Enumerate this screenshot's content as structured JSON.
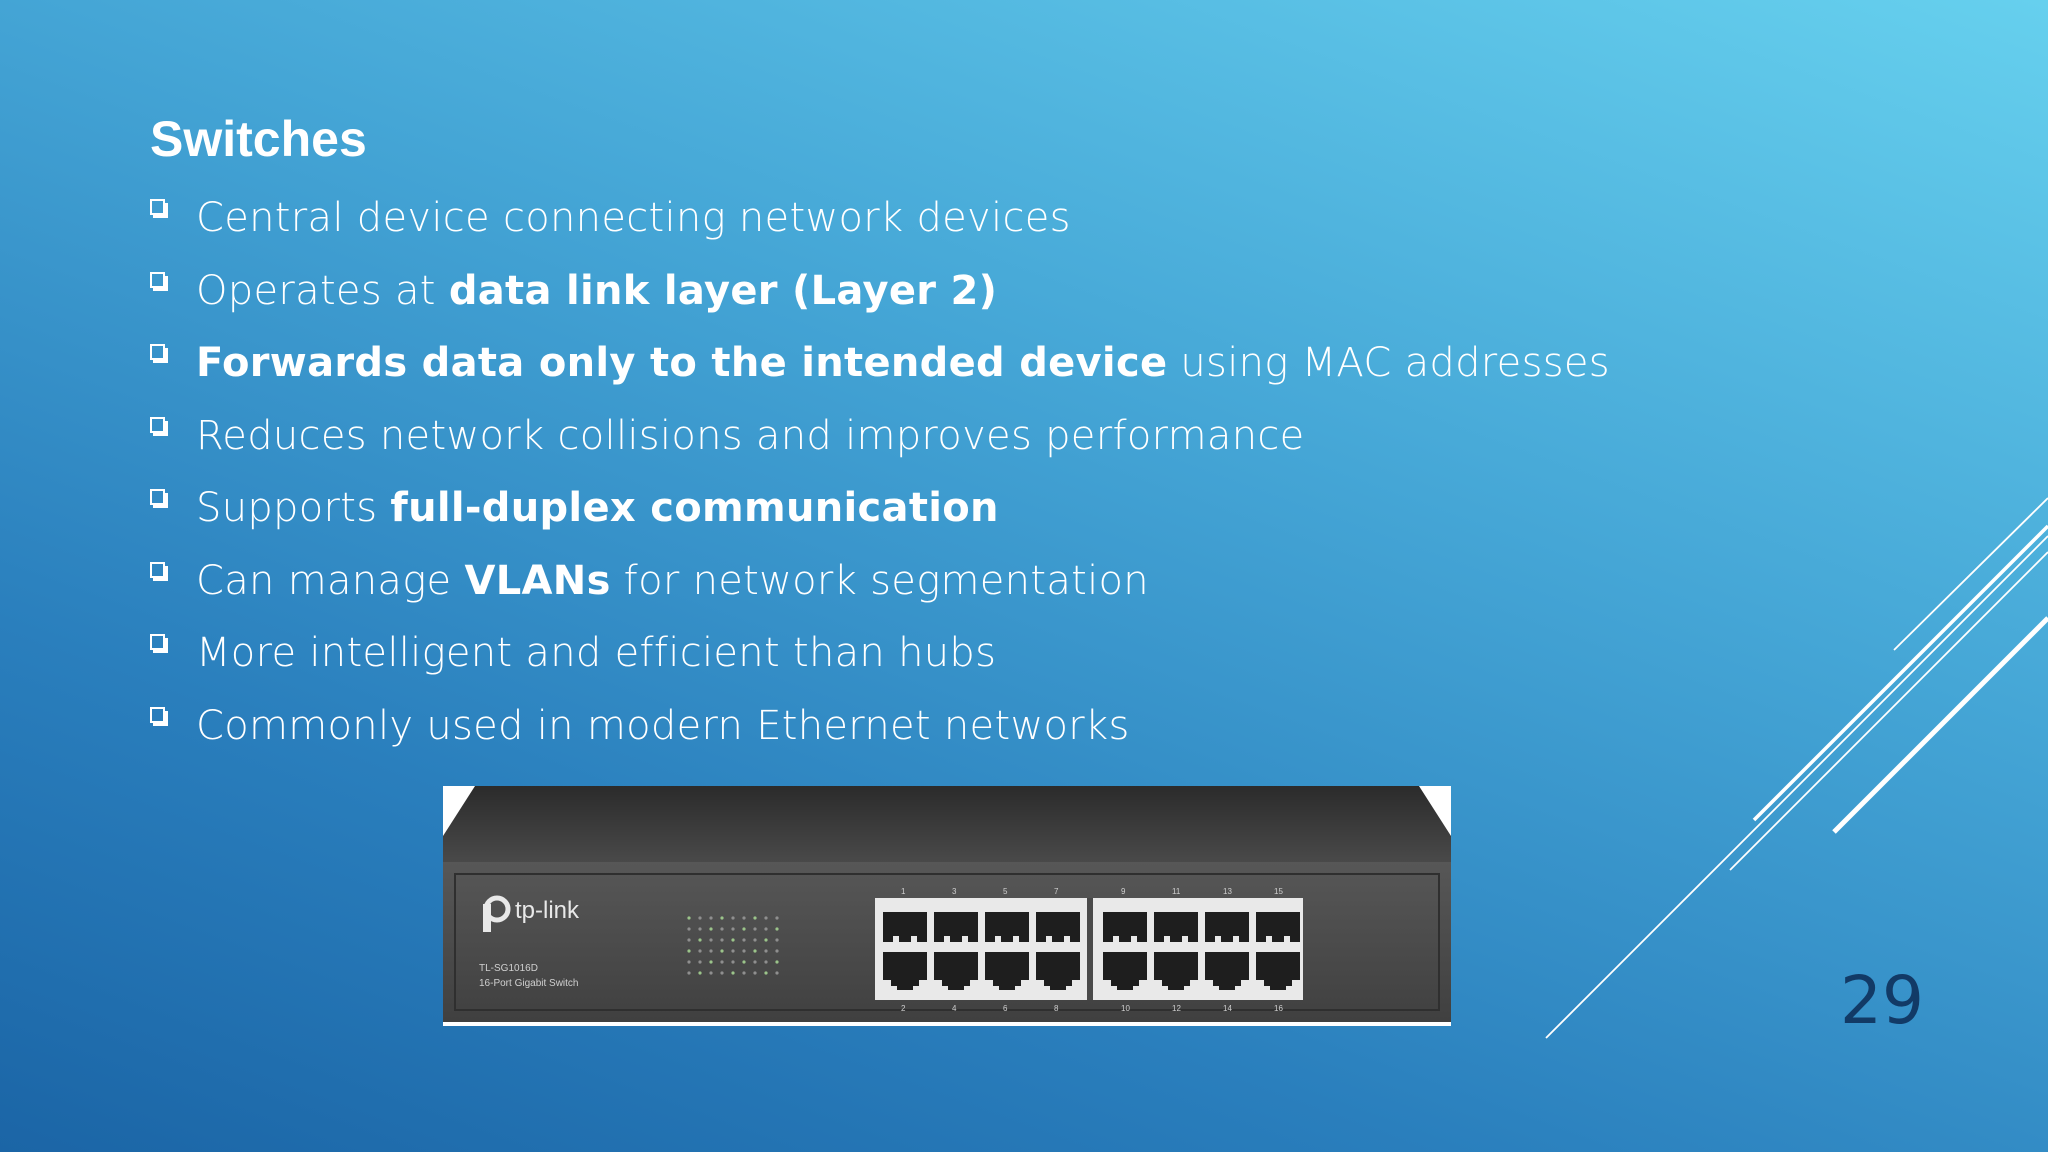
{
  "slide": {
    "title": "Switches",
    "bullets": [
      {
        "parts": [
          {
            "text": "Central device connecting network devices",
            "bold": false
          }
        ]
      },
      {
        "parts": [
          {
            "text": "Operates at ",
            "bold": false
          },
          {
            "text": "data link layer (Layer 2)",
            "bold": true
          }
        ]
      },
      {
        "parts": [
          {
            "text": "Forwards data only to the intended device",
            "bold": true
          },
          {
            "text": " using MAC addresses",
            "bold": false
          }
        ]
      },
      {
        "parts": [
          {
            "text": "Reduces network collisions and improves performance",
            "bold": false
          }
        ]
      },
      {
        "parts": [
          {
            "text": "Supports ",
            "bold": false
          },
          {
            "text": "full-duplex communication",
            "bold": true
          }
        ]
      },
      {
        "parts": [
          {
            "text": "Can manage ",
            "bold": false
          },
          {
            "text": "VLANs",
            "bold": true
          },
          {
            "text": " for network segmentation",
            "bold": false
          }
        ]
      },
      {
        "parts": [
          {
            "text": "More intelligent and efficient than hubs",
            "bold": false
          }
        ]
      },
      {
        "parts": [
          {
            "text": "Commonly used in modern Ethernet networks",
            "bold": false
          }
        ]
      }
    ],
    "page_number": "29",
    "image": {
      "brand": "tp-link",
      "model": "TL-SG1016D",
      "model_desc": "16-Port Gigabit Switch",
      "port_numbers_top": [
        "1",
        "3",
        "5",
        "7",
        "9",
        "11",
        "13",
        "15"
      ],
      "port_numbers_bottom": [
        "2",
        "4",
        "6",
        "8",
        "10",
        "12",
        "14",
        "16"
      ]
    },
    "colors": {
      "text": "#ffffff",
      "page_number": "#123a66",
      "accent_lines": "#ffffff"
    }
  }
}
